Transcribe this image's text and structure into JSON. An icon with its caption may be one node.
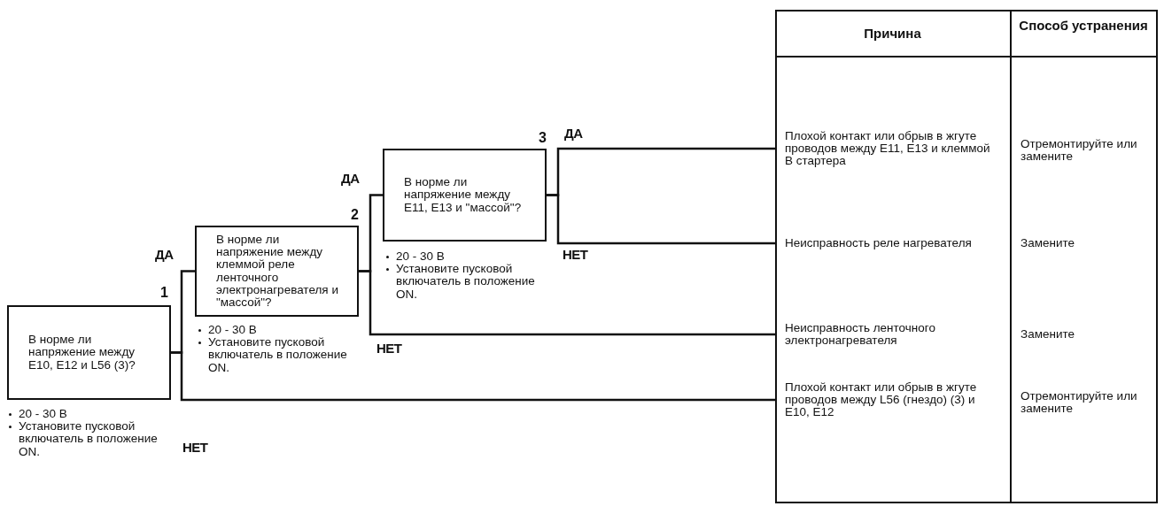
{
  "diagram": {
    "nodes": [
      {
        "text": [
          "В норме ли напряжение между E10, E12 и L56 (3)?"
        ],
        "beside": [
          "1",
          "20 - 30 В",
          "Установите пусковой включатель в положение ON."
        ]
      },
      {
        "text": [
          "В норме ли напряжение между клеммой реле ленточного электронагревателя и \"массой\"?"
        ],
        "beside": [
          "2",
          "20 - 30 В",
          "Установите пусковой включатель в положение ON."
        ]
      },
      {
        "text": [
          "В норме ли напряжение между E11, E13 и \"массой\"?"
        ],
        "beside": [
          "3",
          "20 - 30 В",
          "Установите пусковой включатель в положение ON."
        ]
      },
      {
        "text": [
          "Плохой контакт или обрыв в жгуте проводов между E11, E13 и клеммой B стартера"
        ]
      },
      {
        "text": [
          "Неисправность реле нагревателя"
        ]
      },
      {
        "text": [
          "Неисправность ленточного электронагревателя"
        ]
      },
      {
        "text": [
          "Плохой контакт или обрыв в жгуте проводов между L56 (гнездо) (3) и E10, E12"
        ]
      }
    ],
    "edges": [
      {
        "from": 0,
        "to": 1,
        "arrow": "none",
        "label": "ДА"
      },
      {
        "from": 0,
        "to": 6,
        "arrow": "none",
        "label": "НЕТ"
      },
      {
        "from": 1,
        "to": 2,
        "arrow": "none",
        "label": "ДА"
      },
      {
        "from": 1,
        "to": 5,
        "arrow": "none",
        "label": "НЕТ"
      },
      {
        "from": 2,
        "to": 3,
        "arrow": "none",
        "label": "ДА"
      },
      {
        "from": 2,
        "to": 4,
        "arrow": "none",
        "label": "НЕТ"
      }
    ],
    "labels": [
      "Причина",
      "Способ устранения",
      "Отремонтируйте или замените",
      "Замените",
      "Замените",
      "Отремонтируйте или замените"
    ]
  }
}
